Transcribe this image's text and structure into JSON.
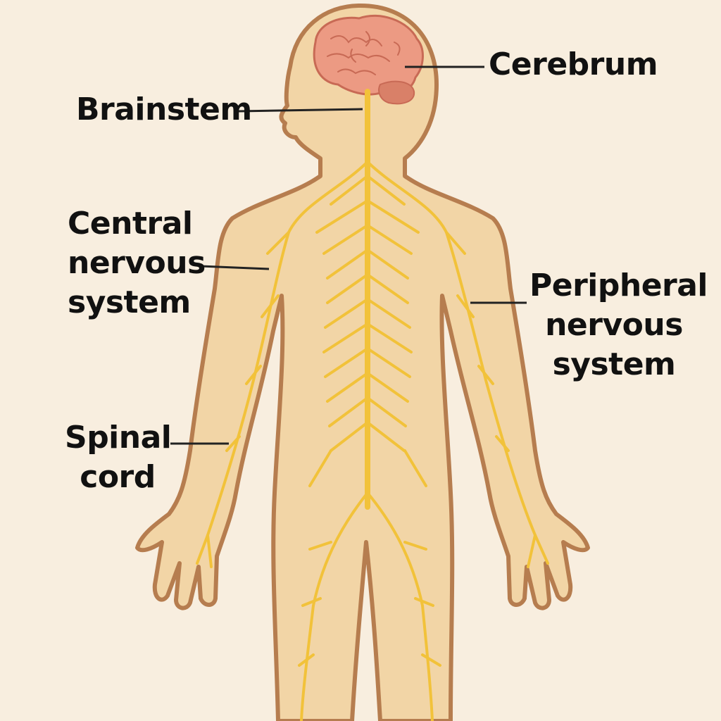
{
  "labels": {
    "cerebrum": "Cerebrum",
    "brainstem": "Brainstem",
    "central_nervous_system": [
      "Central",
      "nervous",
      "system"
    ],
    "peripheral_nervous_system": [
      "Peripheral",
      "nervous",
      "system"
    ],
    "spinal_cord": [
      "Spinal",
      "cord"
    ]
  },
  "colors": {
    "background": "#f8eedf",
    "skin": "#f2d5a6",
    "outline": "#b67d4f",
    "brain": "#ec9a83",
    "nerve": "#f2c23a",
    "leader_line": "#222222"
  }
}
